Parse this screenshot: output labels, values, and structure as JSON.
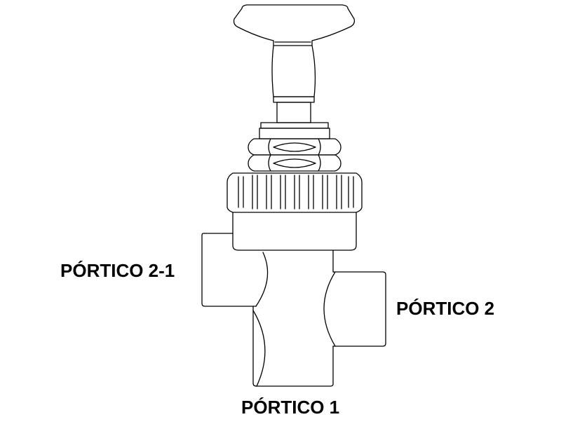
{
  "labels": {
    "port_2_1": "PÓRTICO 2-1",
    "port_2": "PÓRTICO 2",
    "port_1": "PÓRTICO 1"
  },
  "colors": {
    "line": "#000000",
    "background": "#ffffff"
  },
  "icons": {
    "valve": "manual-valve-drawing"
  }
}
